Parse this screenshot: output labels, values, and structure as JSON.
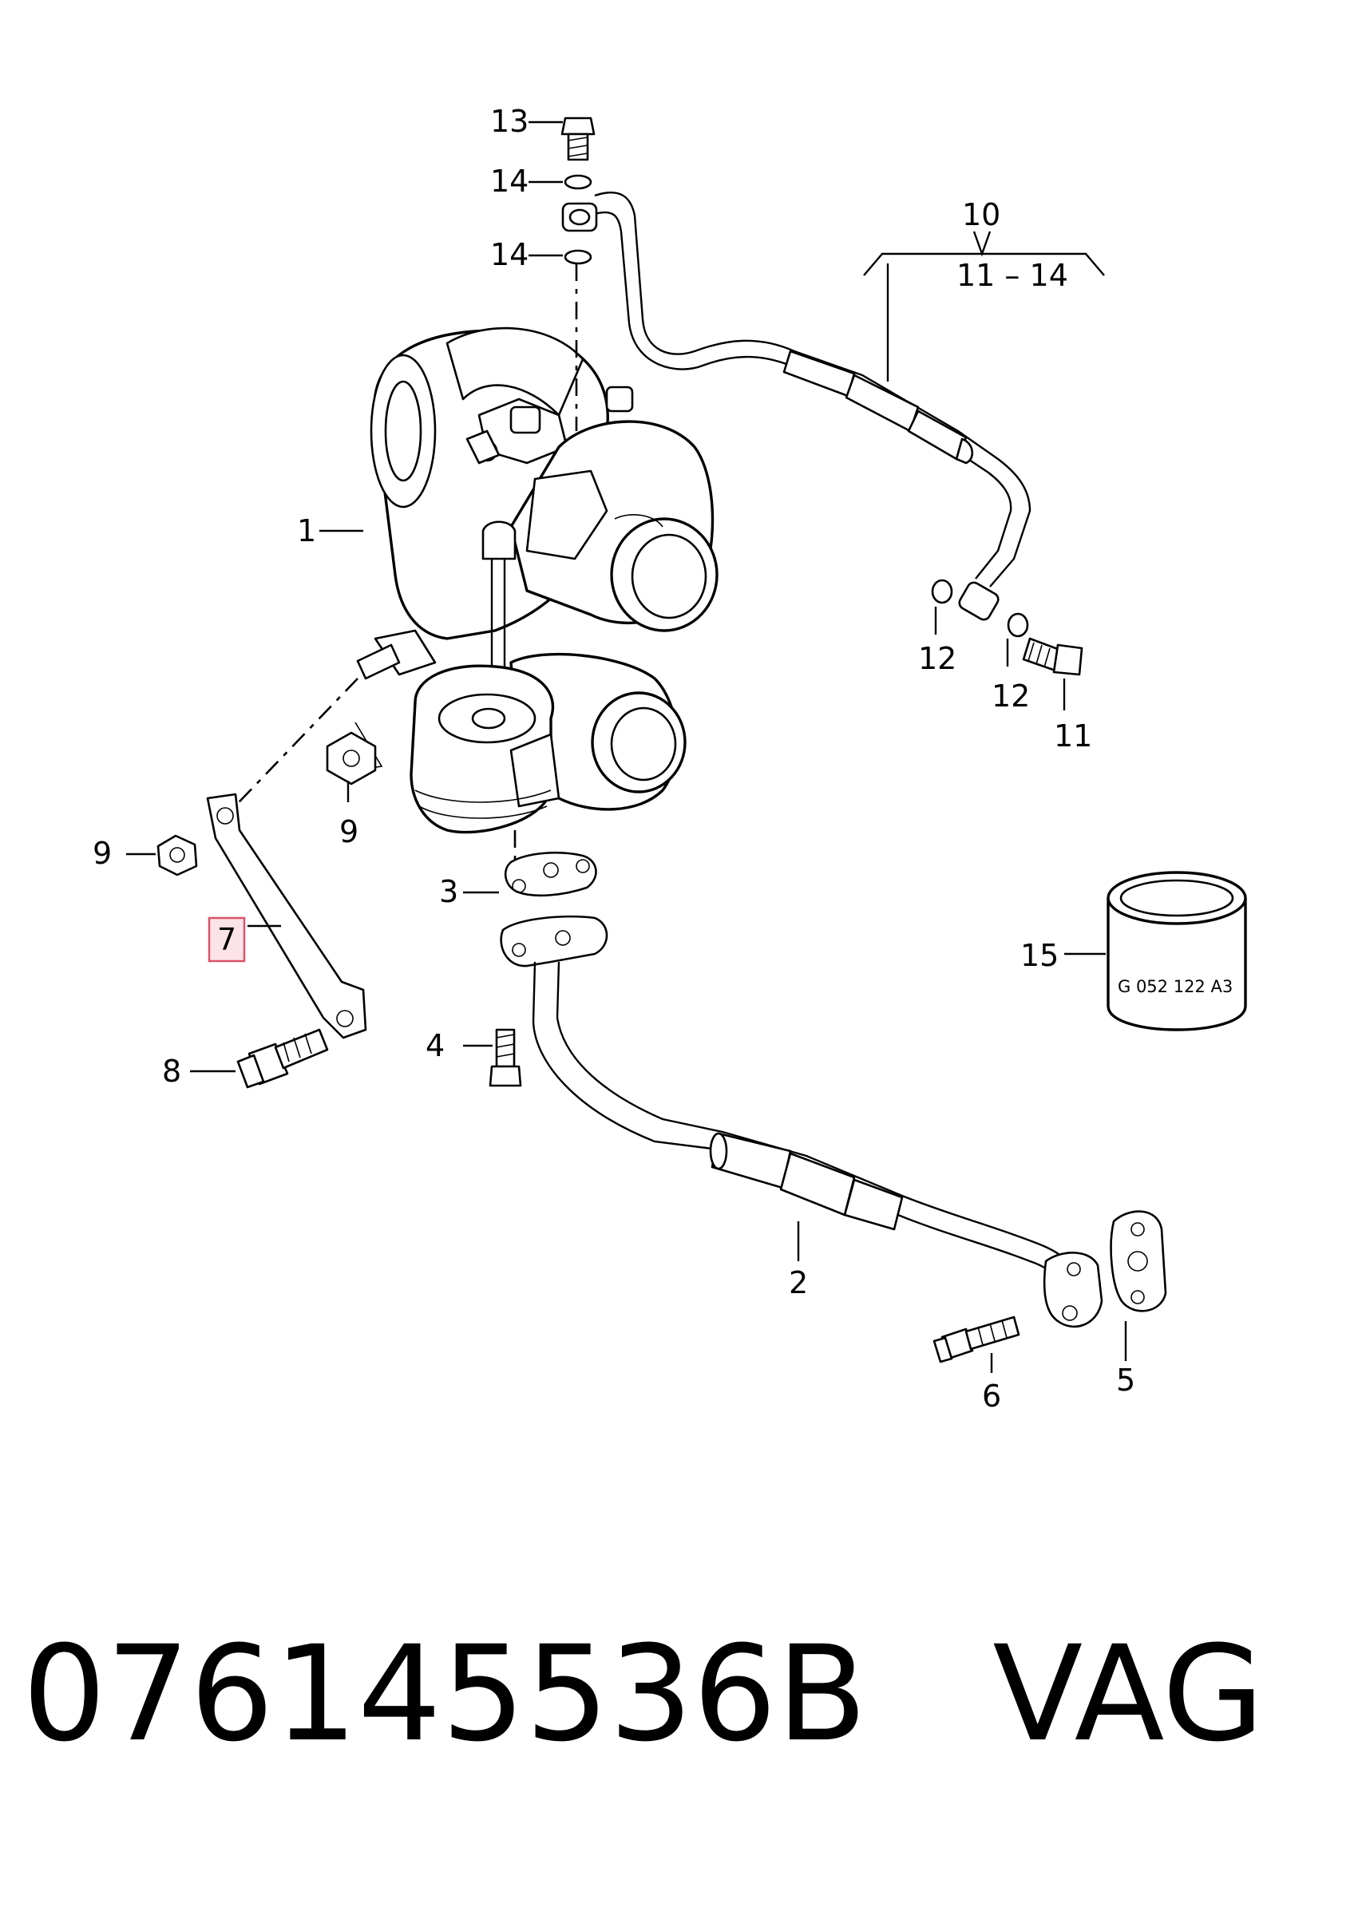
{
  "callouts": {
    "c1": "1",
    "c2": "2",
    "c3": "3",
    "c4": "4",
    "c5": "5",
    "c6": "6",
    "c7": "7",
    "c8": "8",
    "c9a": "9",
    "c9b": "9",
    "c10": "10",
    "c11": "11",
    "c11_14": "11 – 14",
    "c12a": "12",
    "c12b": "12",
    "c13": "13",
    "c14a": "14",
    "c14b": "14",
    "c15": "15"
  },
  "sleeve_marking": "G 052 122 A3",
  "footer": {
    "part_number": "076145536B",
    "brand": "VAG"
  },
  "colors": {
    "highlight_fill": "#fbe3e7",
    "highlight_border": "#d9536a"
  }
}
